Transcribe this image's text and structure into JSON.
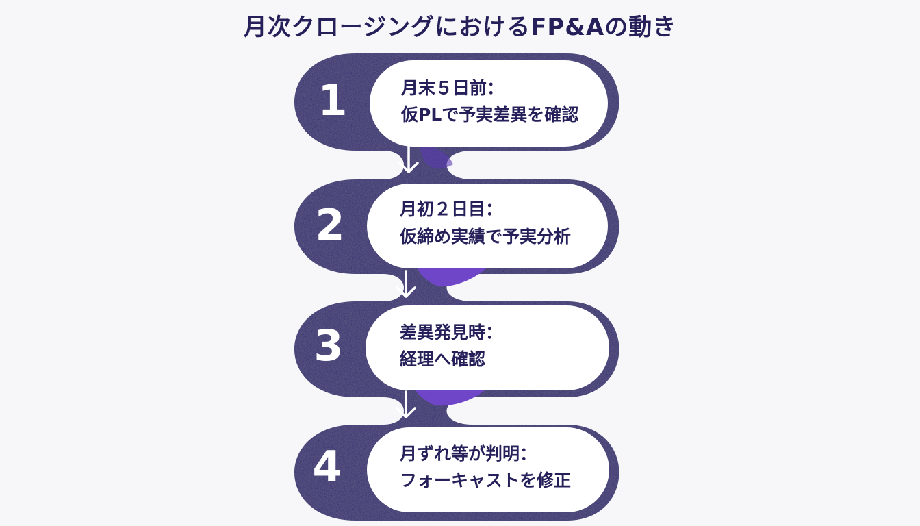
{
  "title": "月次クロージングにおけるFP&Aの動き",
  "colors": {
    "background": "#f7f7f9",
    "ribbon": "#2e286e",
    "accent": "#7046c8",
    "text": "#25205a",
    "card": "#ffffff"
  },
  "steps": [
    {
      "number": "1",
      "line1": "月末５日前：",
      "line2": "仮PLで予実差異を確認"
    },
    {
      "number": "2",
      "line1": "月初２日目：",
      "line2": "仮締め実績で予実分析"
    },
    {
      "number": "3",
      "line1": "差異発見時：",
      "line2": "経理へ確認"
    },
    {
      "number": "4",
      "line1": "月ずれ等が判明：",
      "line2": "フォーキャストを修正"
    }
  ],
  "connector_icon": "arrow-down-icon"
}
